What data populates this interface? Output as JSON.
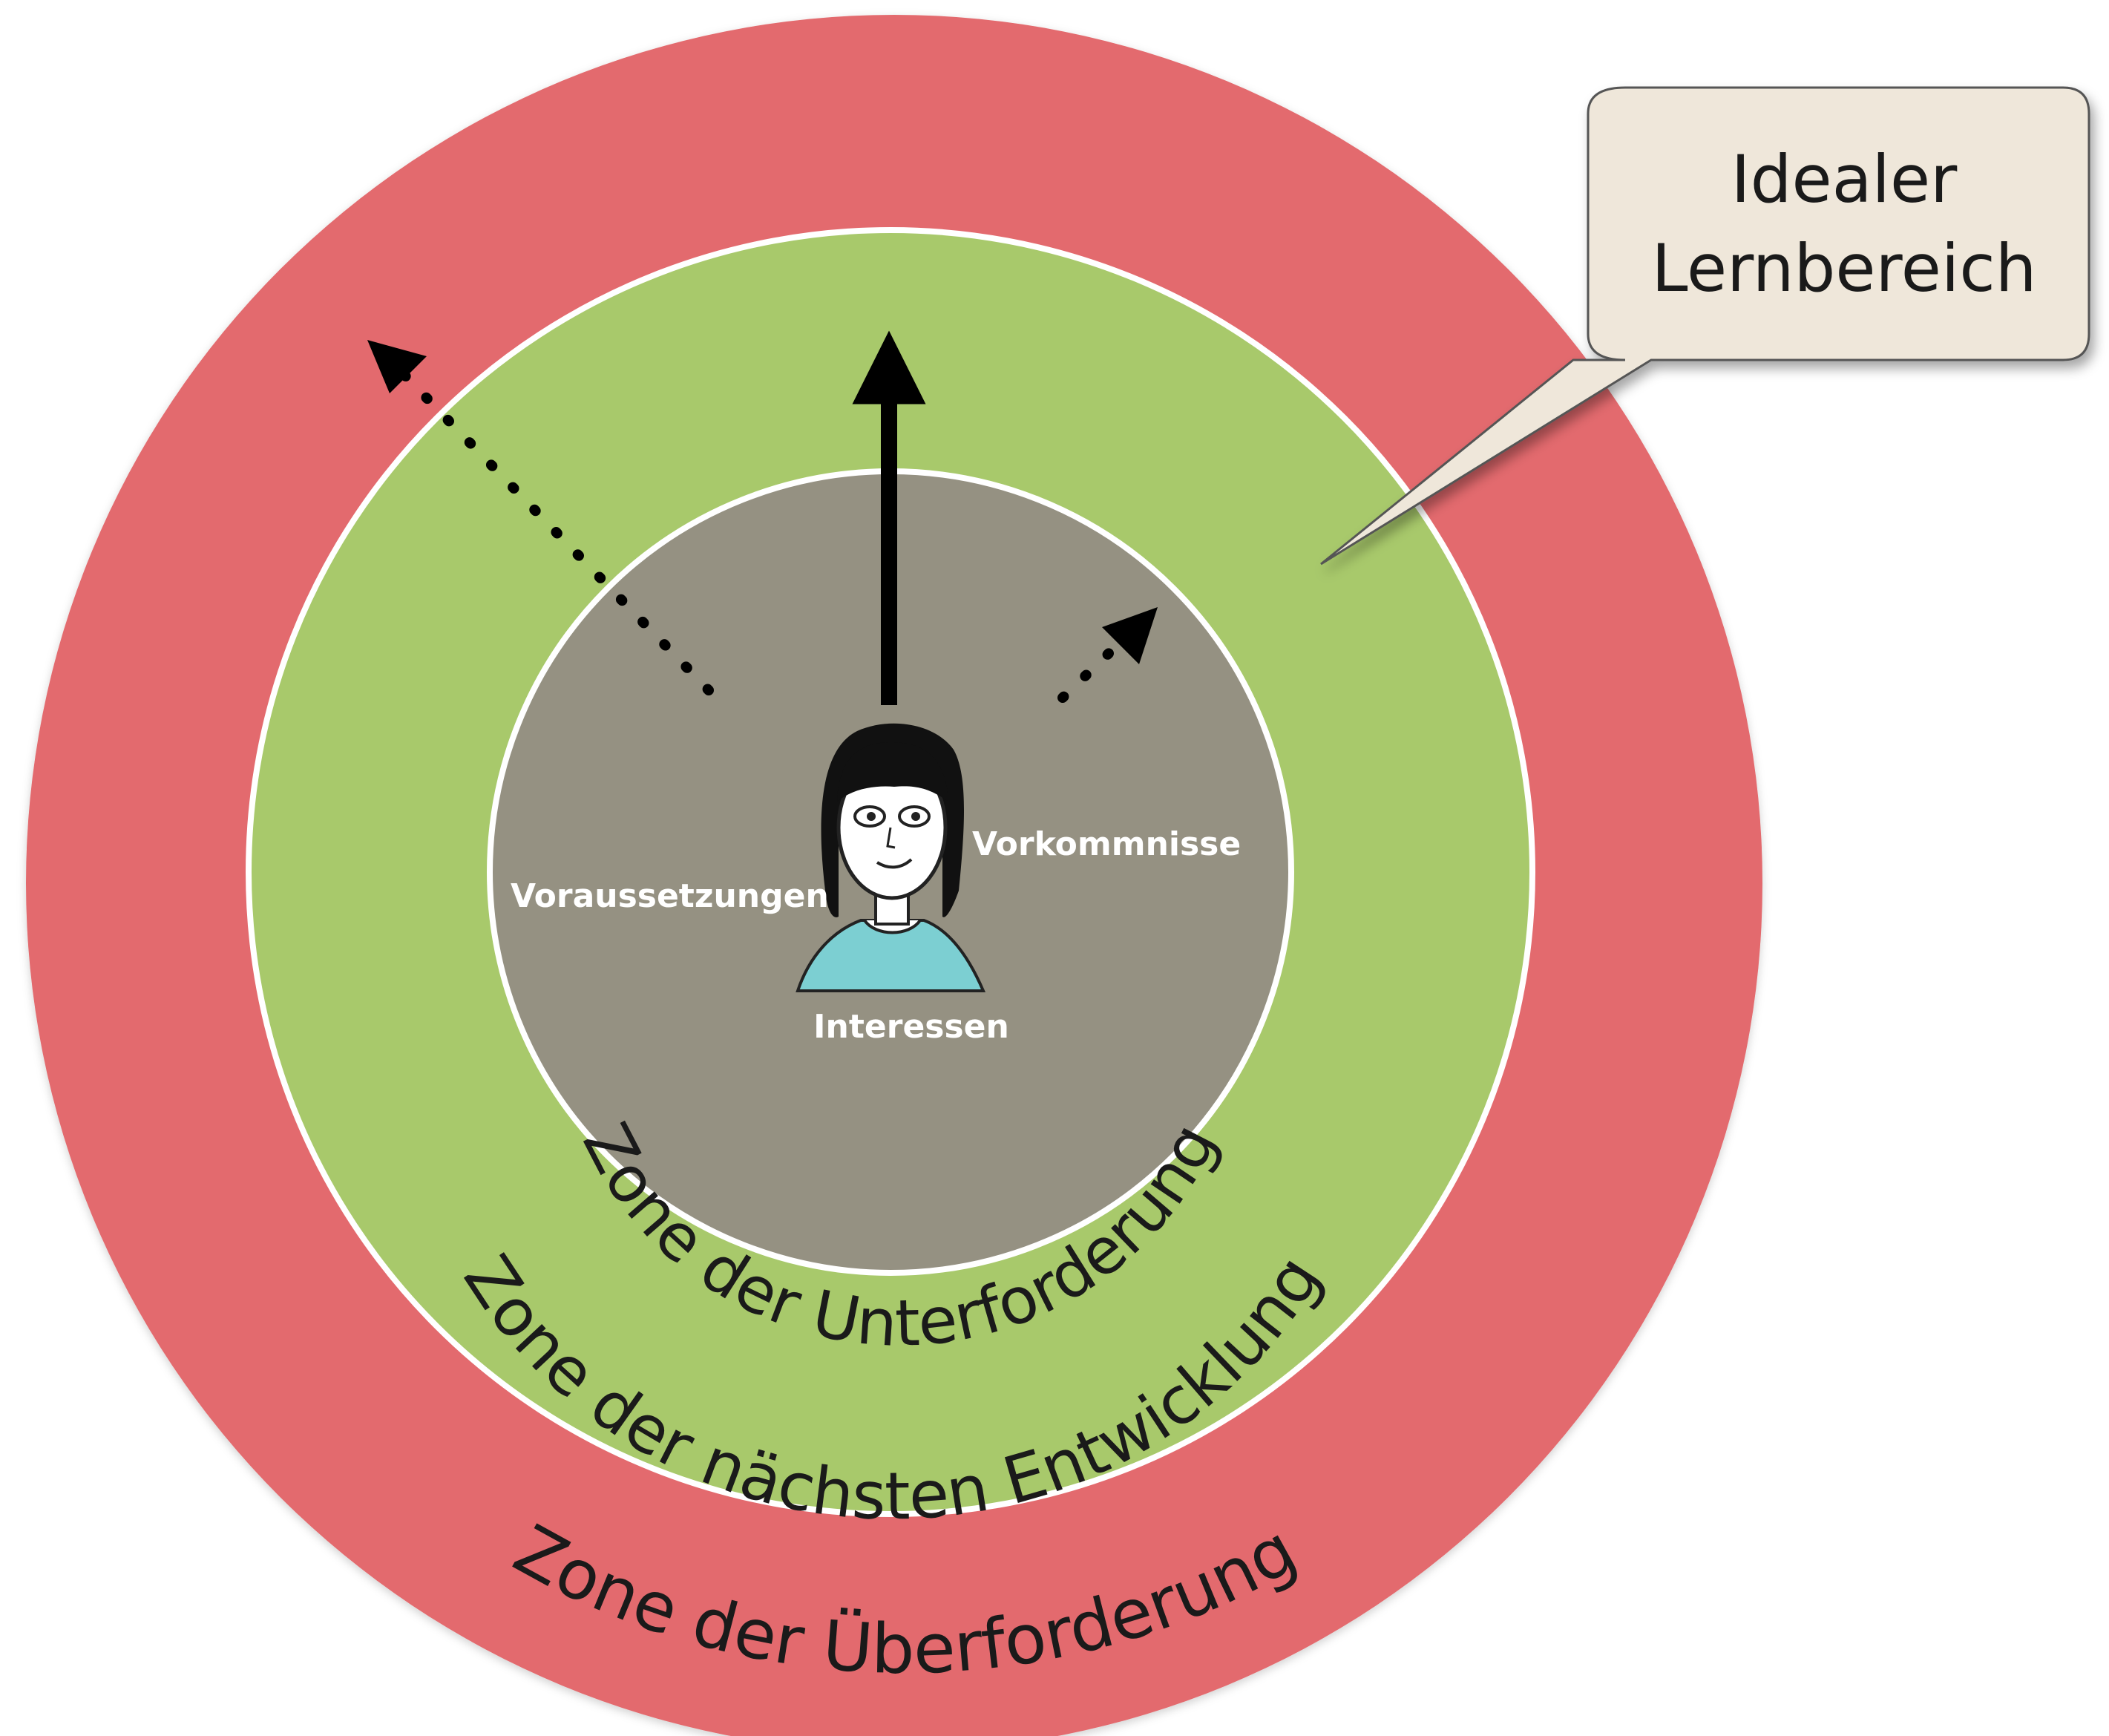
{
  "colors": {
    "outer_zone": "#E36B6E",
    "middle_zone": "#A8C96B",
    "inner_zone": "#959182",
    "ring_border": "#FFFFFF",
    "callout_fill": "#EFE7DA",
    "callout_border": "#555555",
    "arrow": "#000000",
    "zone_text": "#1A1A1A",
    "factor_text": "#FFFFFF",
    "shirt": "#7CCFD2"
  },
  "zones": {
    "outer": "Zone der Überforderung",
    "middle": "Zone der nächsten Entwicklung",
    "inner": "Zone der Unterforderung"
  },
  "factors": {
    "left": "Voraussetzungen",
    "right": "Vorkommnisse",
    "bottom": "Interessen"
  },
  "callout": {
    "line1": "Idealer",
    "line2": "Lernbereich"
  },
  "icons": {
    "center": "child-portrait-icon",
    "arrows": [
      "solid-arrow-up-icon",
      "dotted-arrow-upper-left-icon",
      "dotted-arrow-upper-right-icon"
    ]
  }
}
